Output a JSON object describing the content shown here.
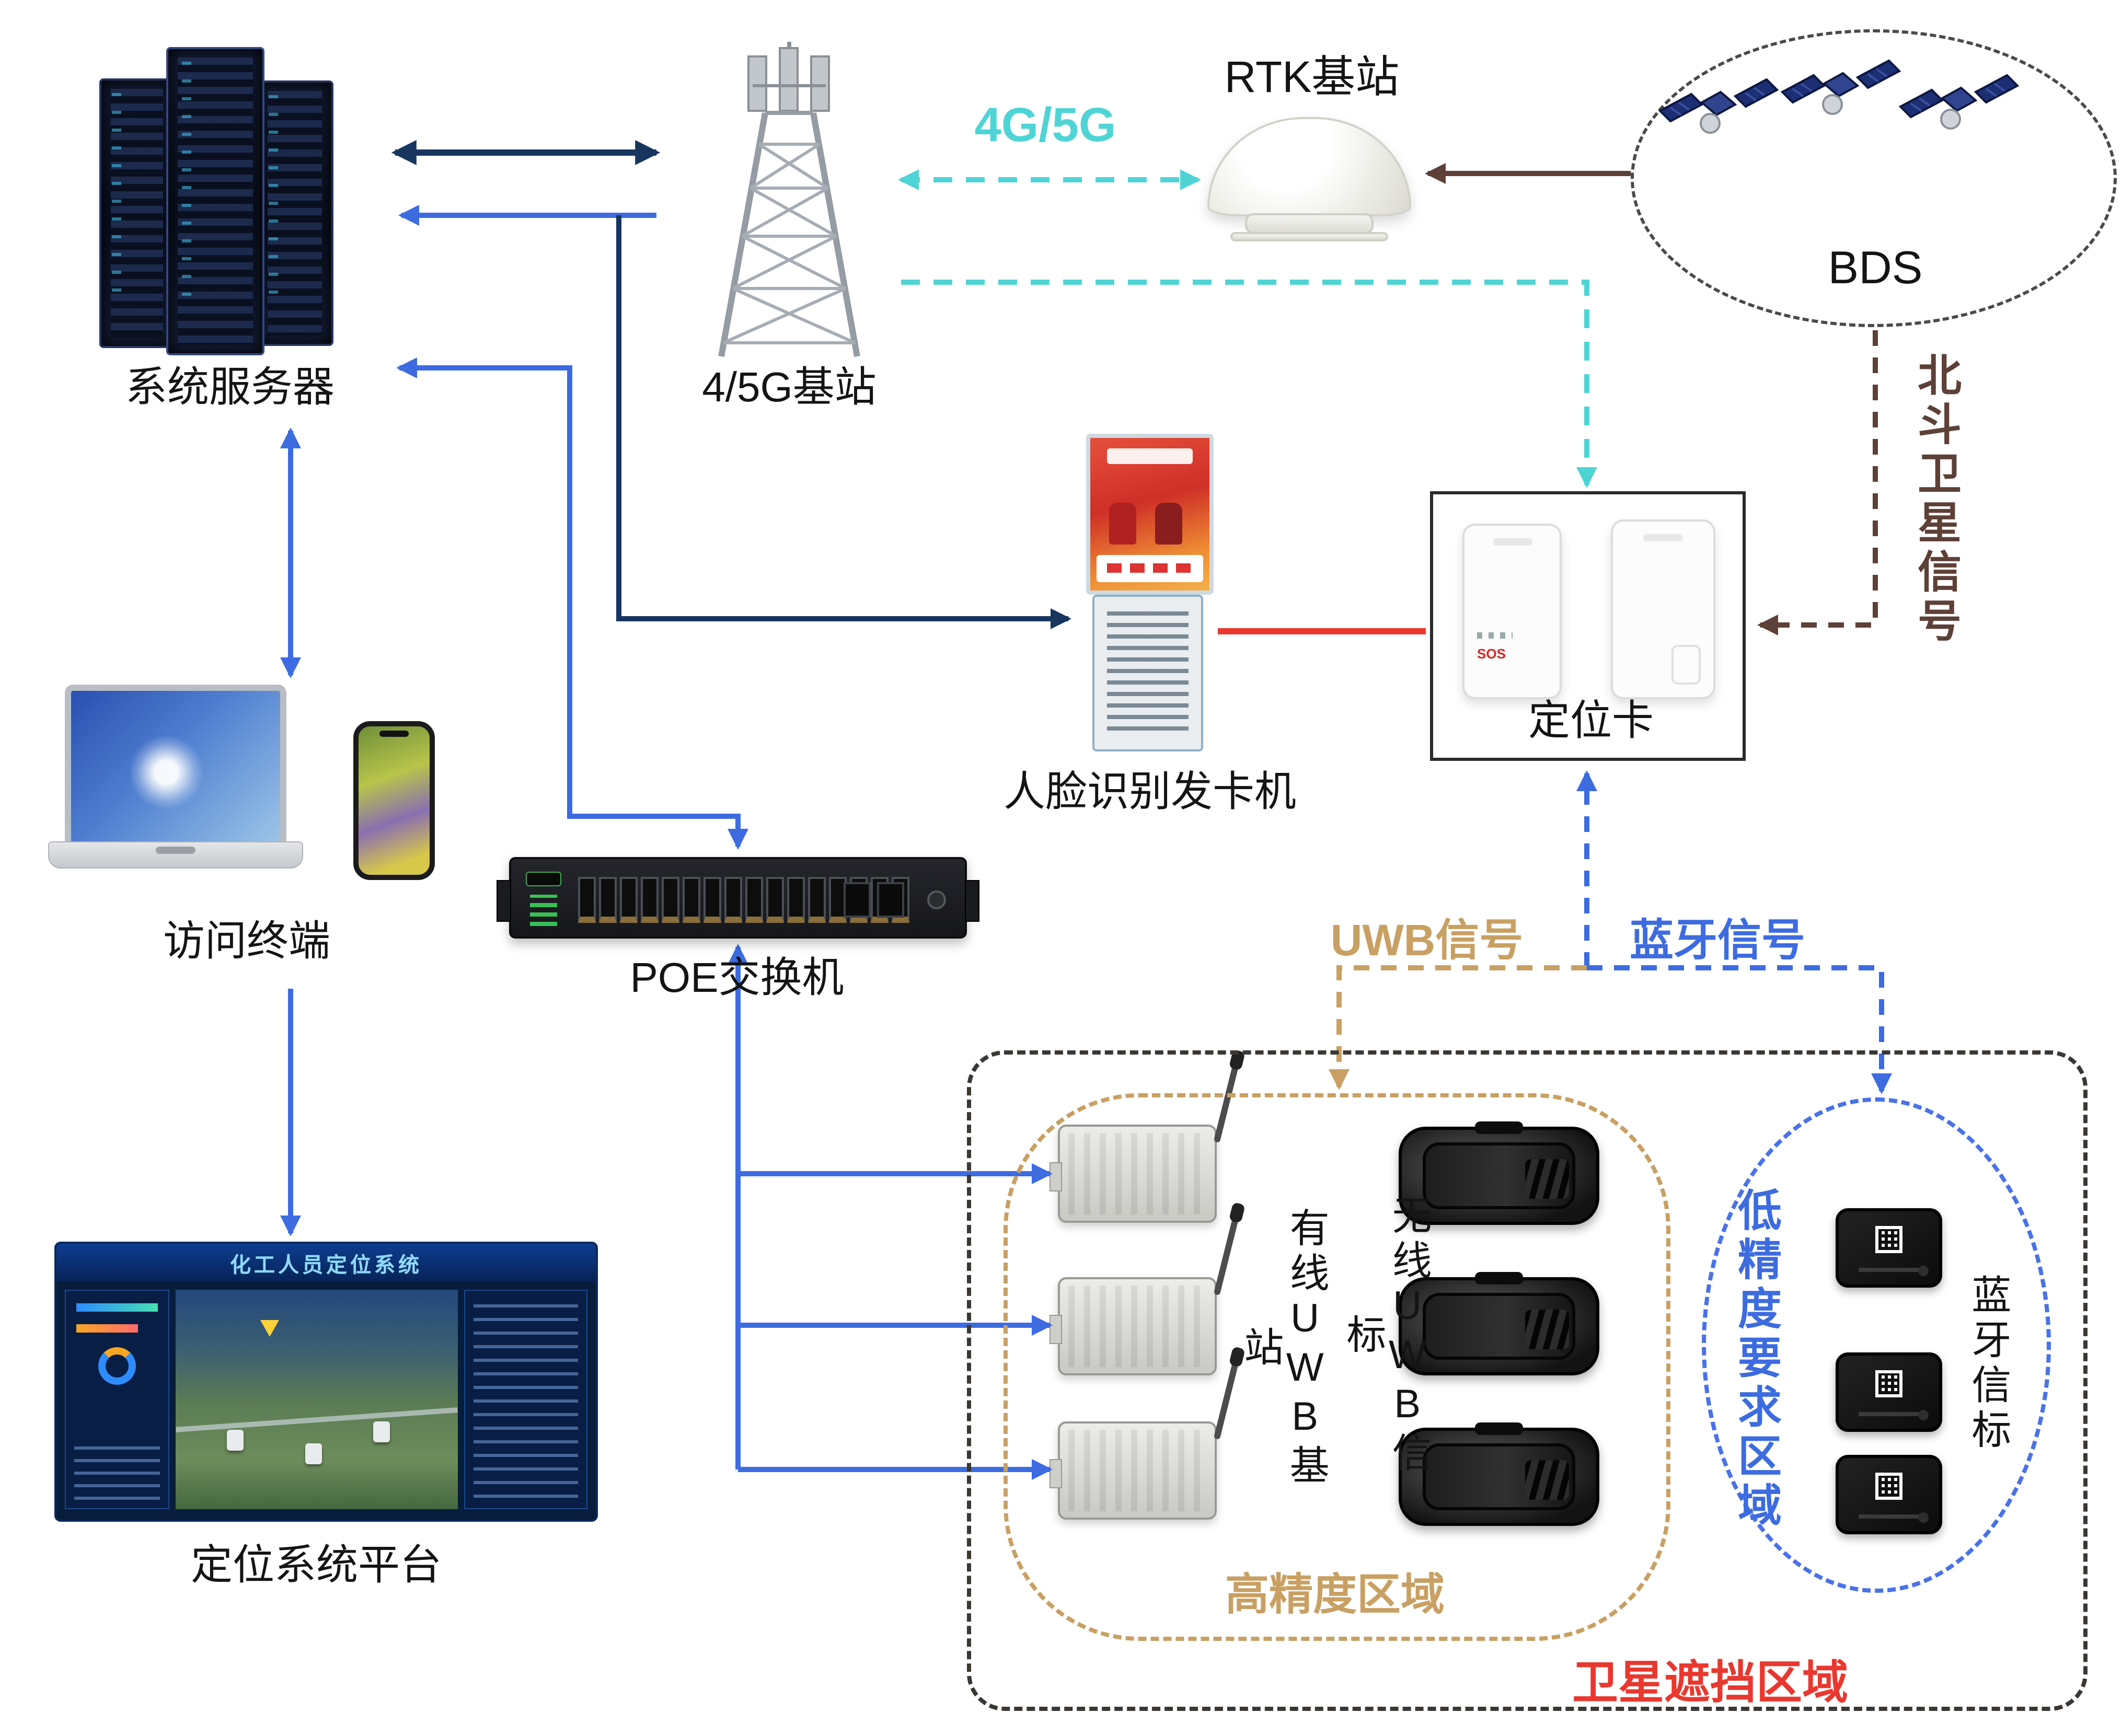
{
  "nodes": {
    "server": {
      "label": "系统服务器"
    },
    "base_station": {
      "label": "4/5G基站"
    },
    "rtk": {
      "label": "RTK基站"
    },
    "bds": {
      "label": "BDS"
    },
    "kiosk": {
      "label": "人脸识别发卡机"
    },
    "locator_card": {
      "label": "定位卡",
      "sos_text": "SOS"
    },
    "terminal": {
      "label": "访问终端"
    },
    "poe_switch": {
      "label": "POE交换机"
    },
    "platform": {
      "label": "定位系统平台",
      "screen_title": "化工人员定位系统"
    },
    "wired_uwb_base": {
      "label": "有线UWB基站"
    },
    "wireless_uwb_tag": {
      "label": "无线UWB信标"
    },
    "bt_tag": {
      "label": "蓝牙信标"
    }
  },
  "signals": {
    "cellular": {
      "label": "4G/5G",
      "color": "#4fd4d6"
    },
    "beidou": {
      "label": "北斗卫星信号",
      "color": "#5d4037"
    },
    "uwb": {
      "label": "UWB信号",
      "color": "#c9a063"
    },
    "bluetooth": {
      "label": "蓝牙信号",
      "color": "#3d6be0"
    }
  },
  "zones": {
    "high_precision": {
      "label": "高精度区域",
      "color": "#c9a063"
    },
    "low_precision": {
      "label": "低精度要求区域",
      "color": "#3d6be0"
    },
    "satellite_blocked": {
      "label": "卫星遮挡区域",
      "color": "#e8382f"
    }
  },
  "link_colors": {
    "backbone_navy": "#17365f",
    "lan_blue": "#3d6be0",
    "cellular_cyan": "#4fd4d6",
    "beidou_brown": "#5d4037",
    "uwb_tan": "#c9a063",
    "card_red": "#e8382f"
  }
}
